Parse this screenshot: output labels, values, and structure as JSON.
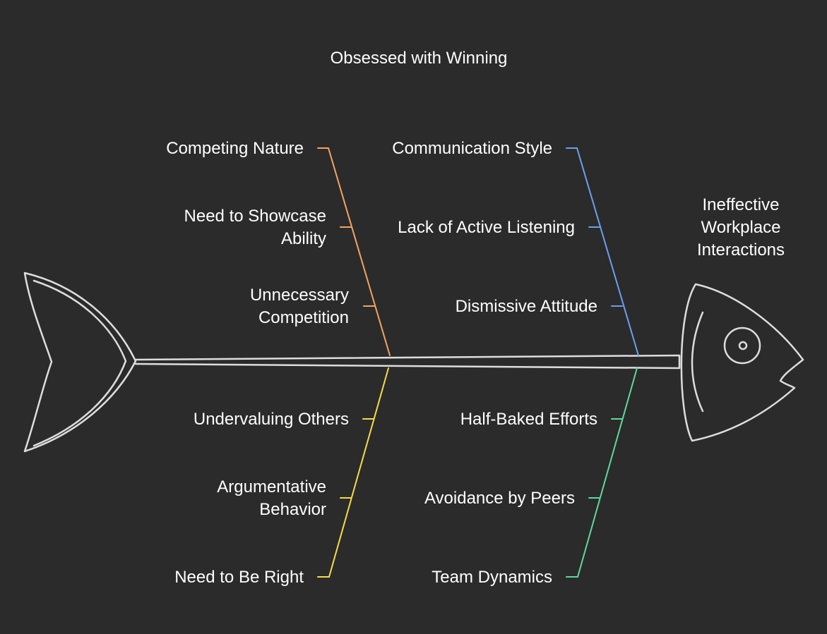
{
  "title": "Obsessed with Winning",
  "effect": {
    "lines": [
      "Ineffective",
      "Workplace",
      "Interactions"
    ]
  },
  "colors": {
    "background": "#2b2b2b",
    "text": "#ffffff",
    "fish": "#dddddd",
    "orange": "#f4a45f",
    "blue": "#6aa0f0",
    "yellow": "#f5dd42",
    "green": "#5ed99a"
  },
  "bones": [
    {
      "id": "top-left",
      "color_key": "orange",
      "causes": [
        {
          "lines": [
            "Competing Nature"
          ]
        },
        {
          "lines": [
            "Need to Showcase",
            "Ability"
          ]
        },
        {
          "lines": [
            "Unnecessary",
            "Competition"
          ]
        }
      ]
    },
    {
      "id": "top-right",
      "color_key": "blue",
      "causes": [
        {
          "lines": [
            "Communication Style"
          ]
        },
        {
          "lines": [
            "Lack of Active Listening"
          ]
        },
        {
          "lines": [
            "Dismissive Attitude"
          ]
        }
      ]
    },
    {
      "id": "bottom-left",
      "color_key": "yellow",
      "causes": [
        {
          "lines": [
            "Undervaluing Others"
          ]
        },
        {
          "lines": [
            "Argumentative",
            "Behavior"
          ]
        },
        {
          "lines": [
            "Need to Be Right"
          ]
        }
      ]
    },
    {
      "id": "bottom-right",
      "color_key": "green",
      "causes": [
        {
          "lines": [
            "Half-Baked Efforts"
          ]
        },
        {
          "lines": [
            "Avoidance by Peers"
          ]
        },
        {
          "lines": [
            "Team Dynamics"
          ]
        }
      ]
    }
  ]
}
